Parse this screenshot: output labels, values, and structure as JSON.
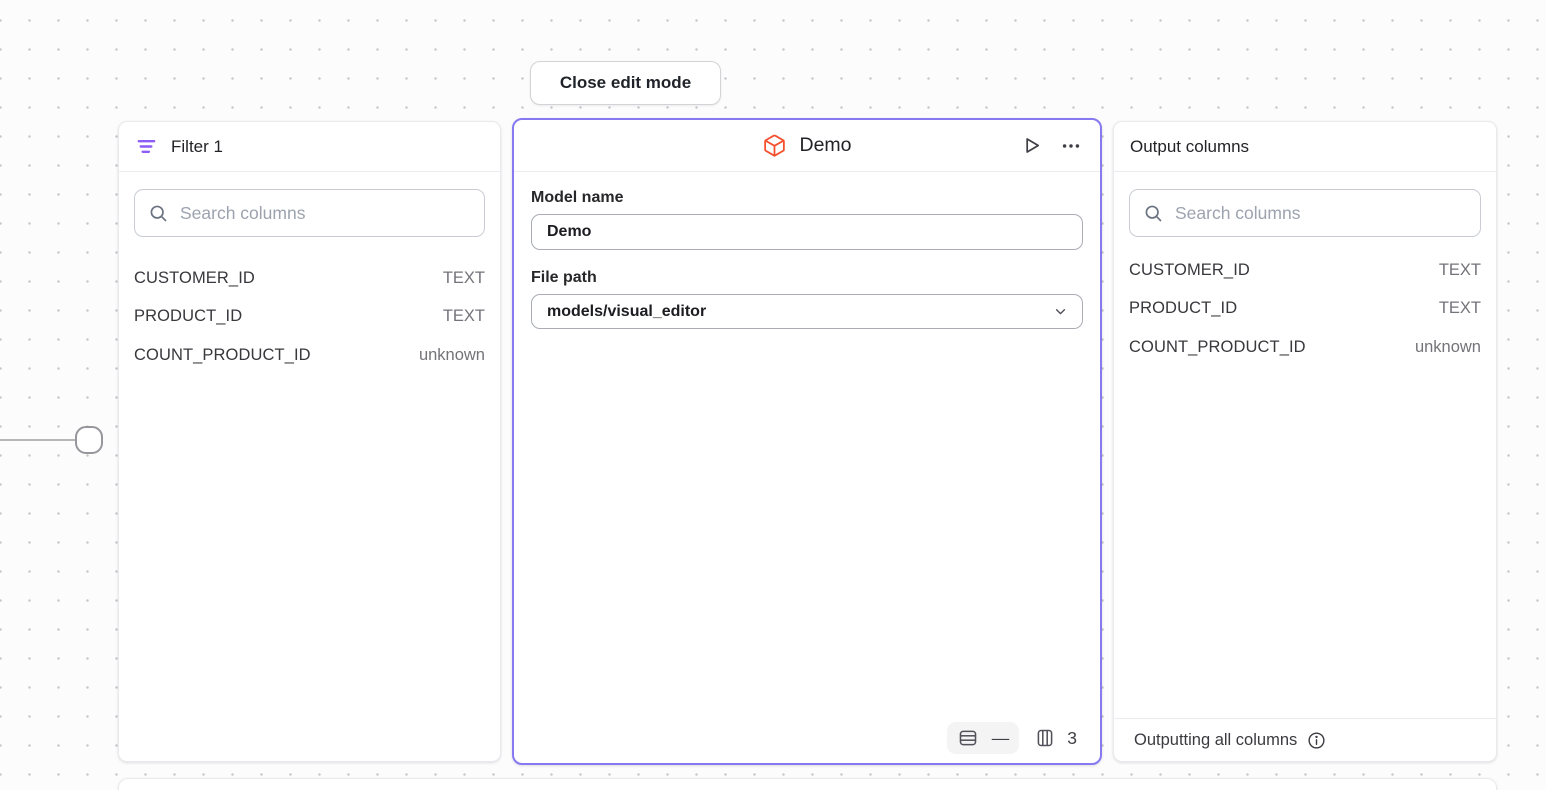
{
  "edit_toolbar": {
    "close_button_label": "Close edit mode"
  },
  "filter_panel": {
    "title": "Filter 1",
    "search_placeholder": "Search columns",
    "columns": [
      {
        "name": "CUSTOMER_ID",
        "type": "TEXT"
      },
      {
        "name": "PRODUCT_ID",
        "type": "TEXT"
      },
      {
        "name": "COUNT_PRODUCT_ID",
        "type": "unknown"
      }
    ]
  },
  "model_panel": {
    "title": "Demo",
    "model_name_label": "Model name",
    "model_name_value": "Demo",
    "file_path_label": "File path",
    "file_path_value": "models/visual_editor",
    "stats": {
      "row_count": "—",
      "column_count": "3"
    }
  },
  "output_panel": {
    "title": "Output columns",
    "search_placeholder": "Search columns",
    "columns": [
      {
        "name": "CUSTOMER_ID",
        "type": "TEXT"
      },
      {
        "name": "PRODUCT_ID",
        "type": "TEXT"
      },
      {
        "name": "COUNT_PRODUCT_ID",
        "type": "unknown"
      }
    ],
    "footer_text": "Outputting all columns"
  },
  "colors": {
    "selected_panel_border": "#8679f2",
    "filter_icon": "#8b5cf6",
    "model_icon": "#f4502e",
    "canvas_dot": "#c6c6cb"
  }
}
